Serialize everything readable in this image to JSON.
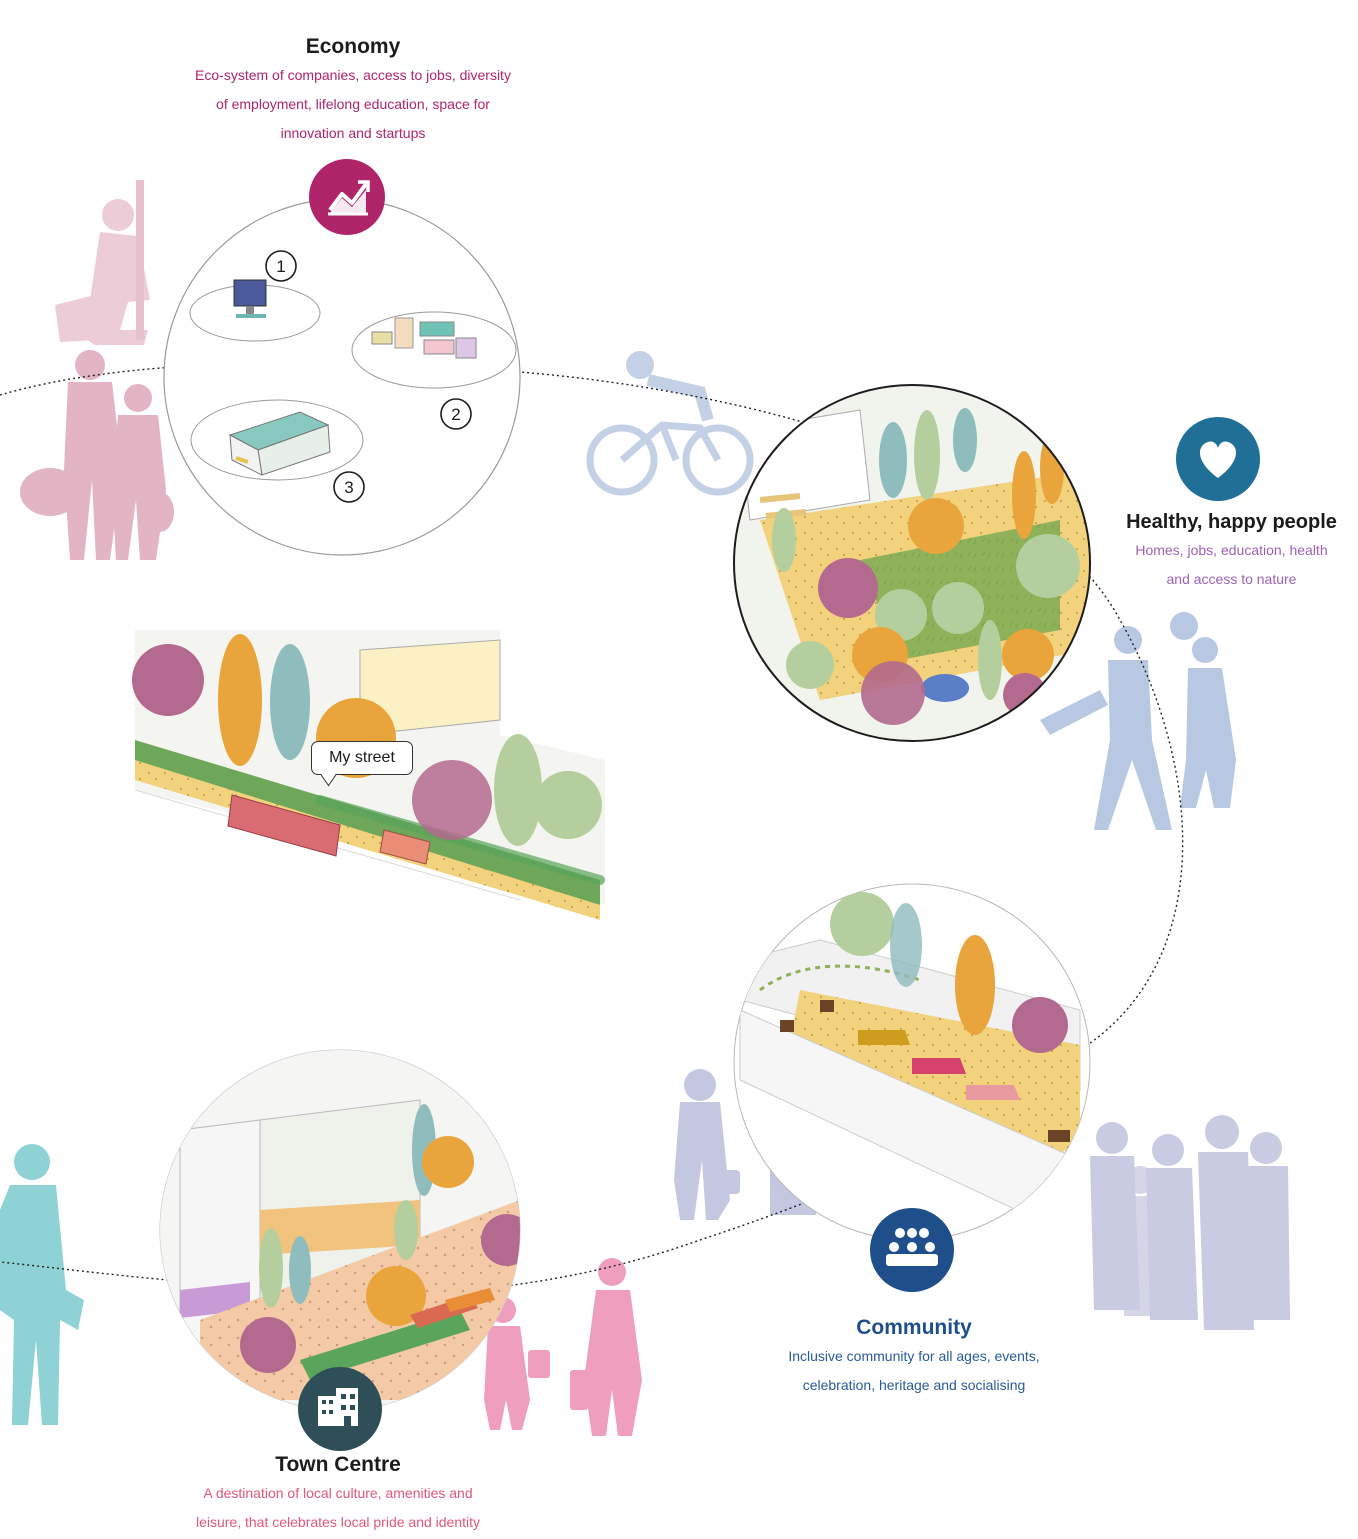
{
  "economy": {
    "title": "Economy",
    "description_lines": [
      "Eco-system of companies, access to jobs, diversity",
      "of employment, lifelong education, space for",
      "innovation and startups"
    ],
    "icon": "trending-chart-icon",
    "color": "#b0246a",
    "markers": [
      "1",
      "2",
      "3"
    ]
  },
  "health": {
    "title": "Healthy, happy people",
    "description_lines": [
      "Homes, jobs, education, health",
      "and access to nature"
    ],
    "icon": "heart-icon",
    "color": "#1f6f96"
  },
  "town": {
    "title": "Town Centre",
    "description_lines": [
      "A destination of local culture, amenities and",
      "leisure, that celebrates local pride and identity"
    ],
    "icon": "buildings-icon",
    "color": "#2e4f57"
  },
  "community": {
    "title": "Community",
    "description_lines": [
      "Inclusive community for all ages, events,",
      "celebration, heritage and socialising"
    ],
    "icon": "people-group-icon",
    "color": "#1f4f8a"
  },
  "street": {
    "label": "My street"
  },
  "palette": {
    "arrow": "#b4b4b4",
    "orange_tree": "#e9a53b",
    "teal_tree": "#8fbcbd",
    "purple_tree": "#b36a8e",
    "green_tree": "#b4cf9d",
    "lawn": "#8fb15a",
    "path": "#f2d27c",
    "plaza": "#f3c9a6",
    "silhouette_pink": "#e4b4c4",
    "silhouette_blue": "#b8c8e2",
    "silhouette_teal": "#8fd2d5",
    "silhouette_lilac": "#c4c7e0"
  }
}
